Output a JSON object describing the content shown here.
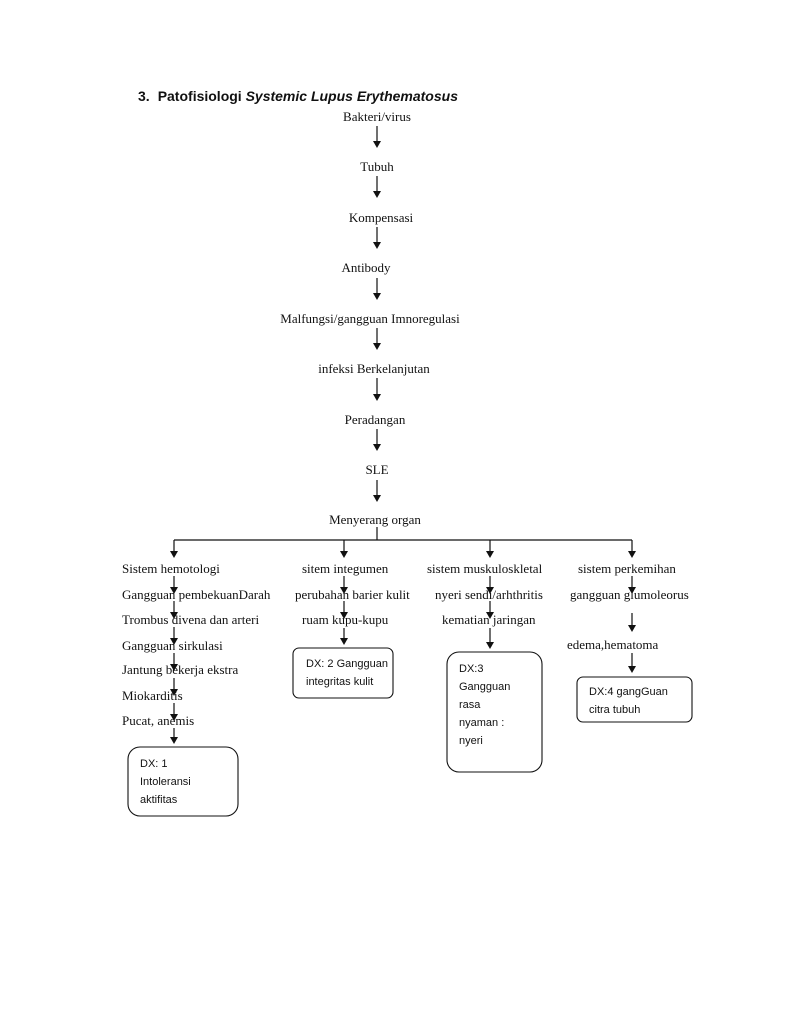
{
  "title": {
    "number": "3.",
    "prefix": "Patofisiologi",
    "italic": "Systemic Lupus Erythematosus"
  },
  "main_chain": [
    "Bakteri/virus",
    "Tubuh",
    "Kompensasi",
    "Antibody",
    "Malfungsi/gangguan Imnoregulasi",
    "infeksi Berkelanjutan",
    "Peradangan",
    "SLE",
    "Menyerang organ"
  ],
  "branches": {
    "hemotologi": {
      "items": [
        "Sistem  hemotologi",
        "Gangguan pembekuanDarah",
        "Trombus divena dan arteri",
        "Gangguan sirkulasi",
        "Jantung bekerja ekstra",
        " Miokarditis",
        " Pucat, anemis"
      ],
      "dx": [
        "DX: 1",
        "Intoleransi",
        "aktifitas"
      ]
    },
    "integumen": {
      "items": [
        "sitem integumen",
        "perubahan barier kulit",
        "ruam kupu-kupu"
      ],
      "dx": [
        "DX: 2 Gangguan",
        "integritas kulit"
      ]
    },
    "muskuloskletal": {
      "items": [
        "sistem muskuloskletal",
        "nyeri sendi/arhthritis",
        "kematian jaringan"
      ],
      "dx": [
        "DX:3",
        "Gangguan",
        "rasa",
        "nyaman :",
        "nyeri"
      ]
    },
    "perkemihan": {
      "items": [
        "sistem perkemihan",
        "gangguan glumoleorus",
        "edema,hematoma"
      ],
      "dx": [
        "DX:4 gangGuan",
        "citra tubuh"
      ]
    }
  }
}
